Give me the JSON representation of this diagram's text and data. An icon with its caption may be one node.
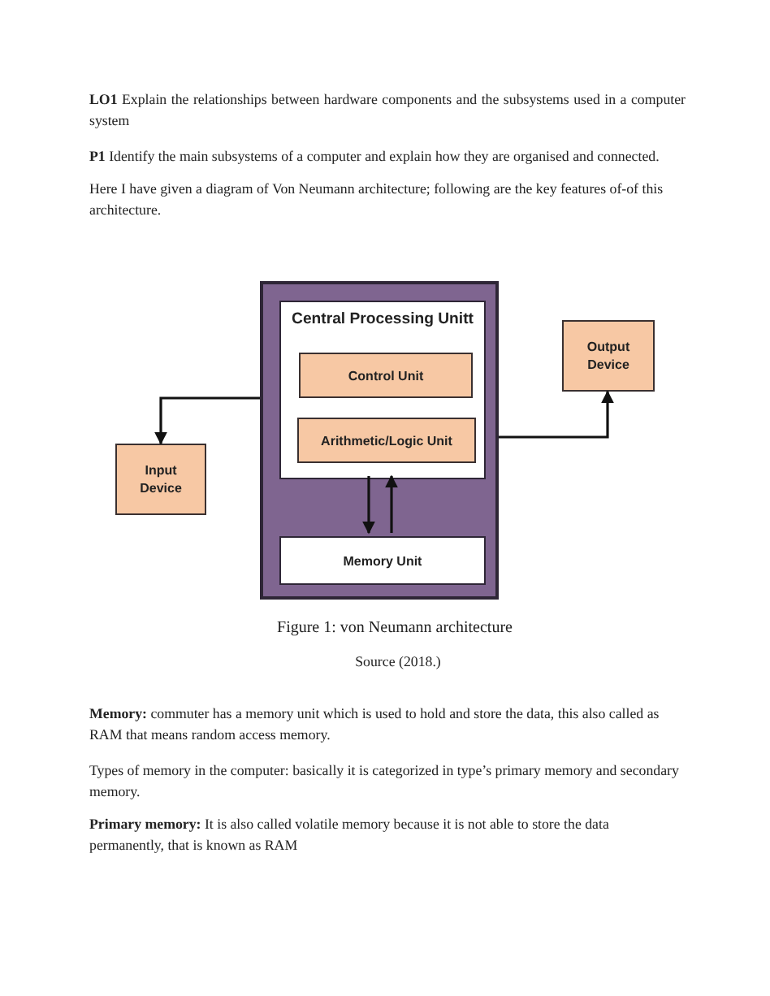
{
  "diagram": {
    "caption": "Figure 1: von Neumann architecture",
    "nodes": [
      {
        "text": [],
        "shape": "box"
      },
      {
        "text": [
          "Central Processing Unitt"
        ],
        "in": 0
      },
      {
        "text": [
          "Control Unit"
        ],
        "in": 1
      },
      {
        "text": [
          "Arithmetic/Logic Unit"
        ],
        "in": 1
      },
      {
        "text": [
          "Memory Unit"
        ],
        "in": 0
      },
      {
        "text": [
          "Input Device"
        ]
      },
      {
        "text": [
          "Output Device"
        ]
      }
    ],
    "edges": [
      {
        "from": 0,
        "to": 5,
        "arrow": "to"
      },
      {
        "from": 0,
        "to": 6,
        "arrow": "to"
      },
      {
        "from": 1,
        "to": 4,
        "arrow": "to"
      },
      {
        "from": 4,
        "to": 1,
        "arrow": "to"
      }
    ],
    "labels": [
      "**LO1** Explain the relationships between hardware components and the subsystems used in a computer system",
      "**P1** Identify the main subsystems of a computer and explain how they are organised and connected.",
      "Here I have given a diagram of Von Neumann architecture; following are the key features of-of this architecture.",
      "Source (2018.)",
      "**Memory:** commuter has a memory unit which is used to hold and store the data, this also called as RAM that means random access memory.",
      "Types of memory in the computer: basically it is categorized in type’s primary memory and secondary memory.",
      "**Primary memory:** It is also called volatile memory because it is not able to store the data permanently, that is known as RAM"
    ]
  }
}
